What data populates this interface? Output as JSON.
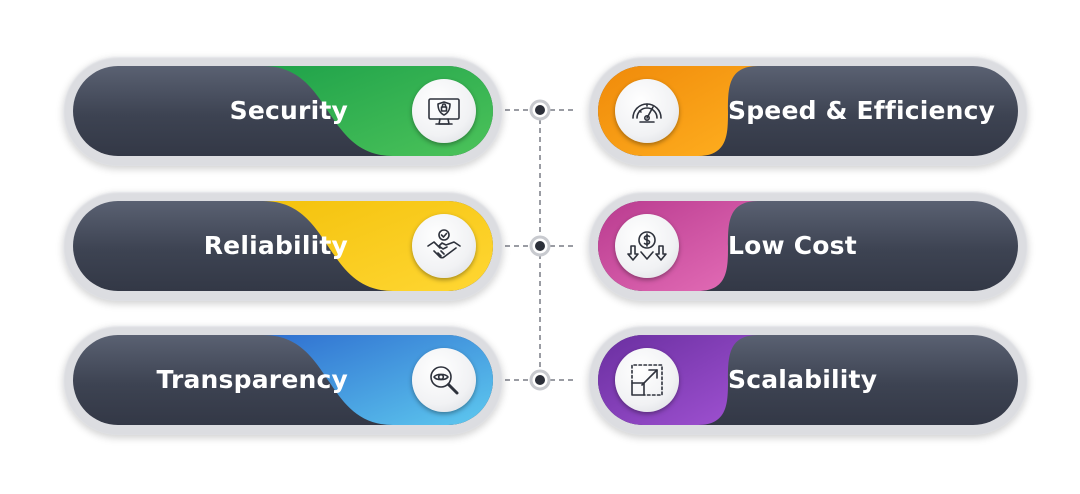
{
  "features": {
    "left": [
      {
        "label": "Security",
        "icon": "shield-monitor-icon",
        "accent_from": "#1fa24a",
        "accent_to": "#4cc35a"
      },
      {
        "label": "Reliability",
        "icon": "handshake-icon",
        "accent_from": "#f4c20d",
        "accent_to": "#ffd733"
      },
      {
        "label": "Transparency",
        "icon": "magnifier-eye-icon",
        "accent_from": "#2f6fd0",
        "accent_to": "#5ec9ef"
      }
    ],
    "right": [
      {
        "label": "Speed & Efficiency",
        "icon": "speedometer-icon",
        "accent_from": "#f08a0a",
        "accent_to": "#ffb020"
      },
      {
        "label": "Low Cost",
        "icon": "dollar-down-icon",
        "accent_from": "#b93b8f",
        "accent_to": "#e56fb8"
      },
      {
        "label": "Scalability",
        "icon": "scale-up-icon",
        "accent_from": "#6a2fa0",
        "accent_to": "#a253d4"
      }
    ]
  },
  "colors": {
    "pill_dark": "#3d4352",
    "pill_frame": "#dcdde1",
    "connector": "#9a9ca3",
    "node": "#2b2f39"
  }
}
